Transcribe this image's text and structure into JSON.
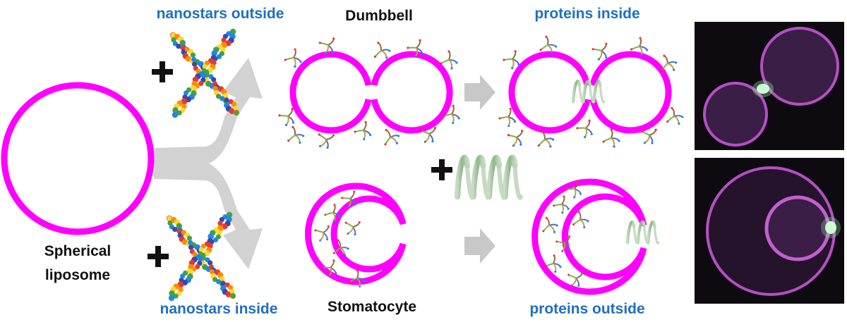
{
  "labels": {
    "nanostars_outside": "nanostars outside",
    "dumbbell": "Dumbbell",
    "proteins_inside": "proteins inside",
    "spherical_line1": "Spherical",
    "spherical_line2": "liposome",
    "nanostars_inside": "nanostars inside",
    "stomatocyte": "Stomatocyte",
    "proteins_outside": "proteins outside"
  },
  "symbols": {
    "plus": "+"
  },
  "colors": {
    "membrane": "#ff00ff",
    "label_blue": "#1f6fc0",
    "arrow_gray": "#d2d2d2",
    "protein_green": "#a4c6a0",
    "micrograph_bg": "#0d0a10",
    "micrograph_membrane": "#b64fc4",
    "micrograph_spot": "#e6ffe8"
  },
  "icons": {
    "nanostar": "dna-nanostar-icon",
    "protein": "helical-protein-icon",
    "plus": "plus-icon",
    "arrow": "arrow-icon"
  }
}
